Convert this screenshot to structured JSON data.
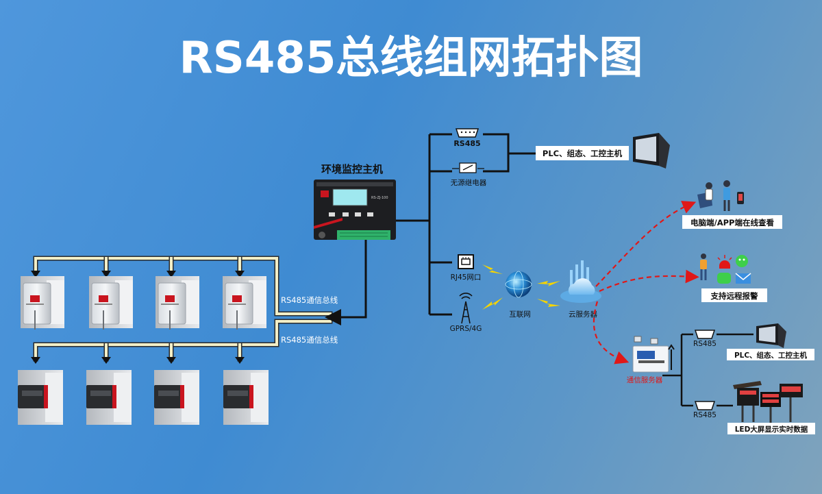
{
  "title": "RS485总线组网拓扑图",
  "host": {
    "label": "环境监控主机",
    "model": "RS-ZJ-100"
  },
  "bus_labels": [
    "RS485通信总线",
    "RS485通信总线"
  ],
  "top_branch": {
    "rs485": "RS485",
    "relay": "无源继电器",
    "plc": "PLC、组态、工控主机"
  },
  "lower_branch": {
    "rj45": "RJ45网口",
    "gprs": "GPRS/4G"
  },
  "cloud": {
    "internet": "互联网",
    "cloud_server": "云服务器"
  },
  "outputs": {
    "pc_app": "电脑端/APP端在线查看",
    "alarm": "支持远程报警"
  },
  "comm_server": {
    "label": "通信服务器",
    "rs485_a": "RS485",
    "rs485_b": "RS485",
    "plc": "PLC、组态、工控主机",
    "led": "LED大屏显示实时数据"
  },
  "colors": {
    "background": "#4f97dc",
    "bus": "#f2efc8",
    "dashed_link": "#e01818",
    "lightning": "#f5d400",
    "device_badge": "#c9151f"
  }
}
